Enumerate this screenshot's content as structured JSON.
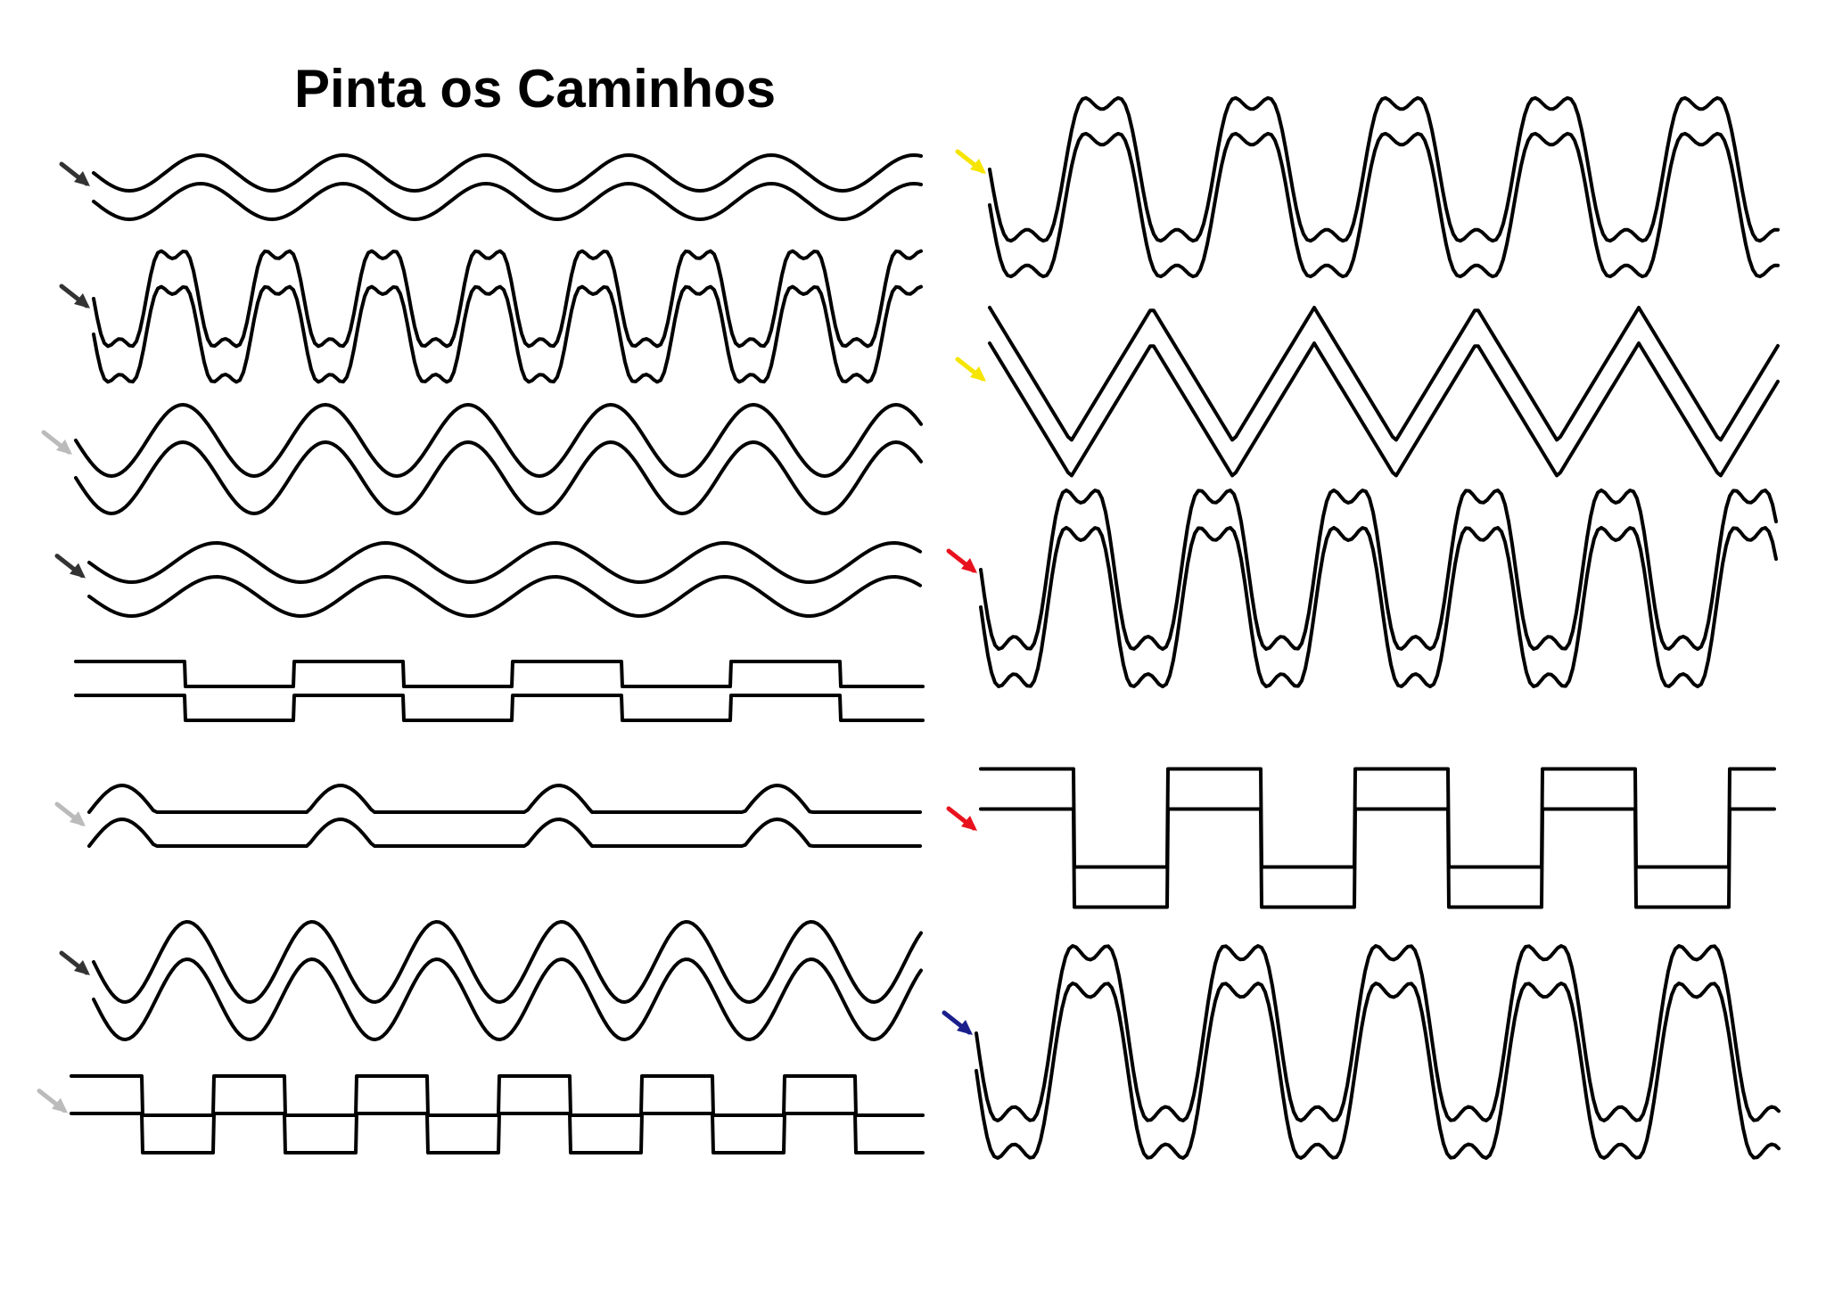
{
  "title": "Pinta os Caminhos",
  "colors": {
    "ink": "#000000",
    "background": "#ffffff",
    "arrow_black": "#333333",
    "arrow_gray": "#bbbbbb",
    "arrow_yellow": "#f5e500",
    "arrow_red": "#e8121e",
    "arrow_navy": "#1a1f8c"
  },
  "paths": [
    {
      "name": "left-path-1",
      "shape": "wave-low",
      "arrow_color": "#333333"
    },
    {
      "name": "left-path-2",
      "shape": "wave-tall",
      "arrow_color": "#333333"
    },
    {
      "name": "left-path-3",
      "shape": "wave-mid",
      "arrow_color": "#bbbbbb"
    },
    {
      "name": "left-path-4",
      "shape": "wave-soft",
      "arrow_color": "#333333"
    },
    {
      "name": "left-path-5",
      "shape": "square-step",
      "arrow_color": ""
    },
    {
      "name": "left-path-6",
      "shape": "bump",
      "arrow_color": "#bbbbbb"
    },
    {
      "name": "left-path-7",
      "shape": "wave-mixed",
      "arrow_color": "#333333"
    },
    {
      "name": "left-path-8",
      "shape": "square-step",
      "arrow_color": "#bbbbbb"
    },
    {
      "name": "right-path-1",
      "shape": "wave-tall",
      "arrow_color": "#f5e500"
    },
    {
      "name": "right-path-2",
      "shape": "peaks",
      "arrow_color": "#f5e500"
    },
    {
      "name": "right-path-3",
      "shape": "wave-mixed-tall",
      "arrow_color": "#e8121e"
    },
    {
      "name": "right-path-4",
      "shape": "square-step-tall",
      "arrow_color": "#e8121e"
    },
    {
      "name": "right-path-5",
      "shape": "wave-m",
      "arrow_color": "#1a1f8c"
    }
  ]
}
